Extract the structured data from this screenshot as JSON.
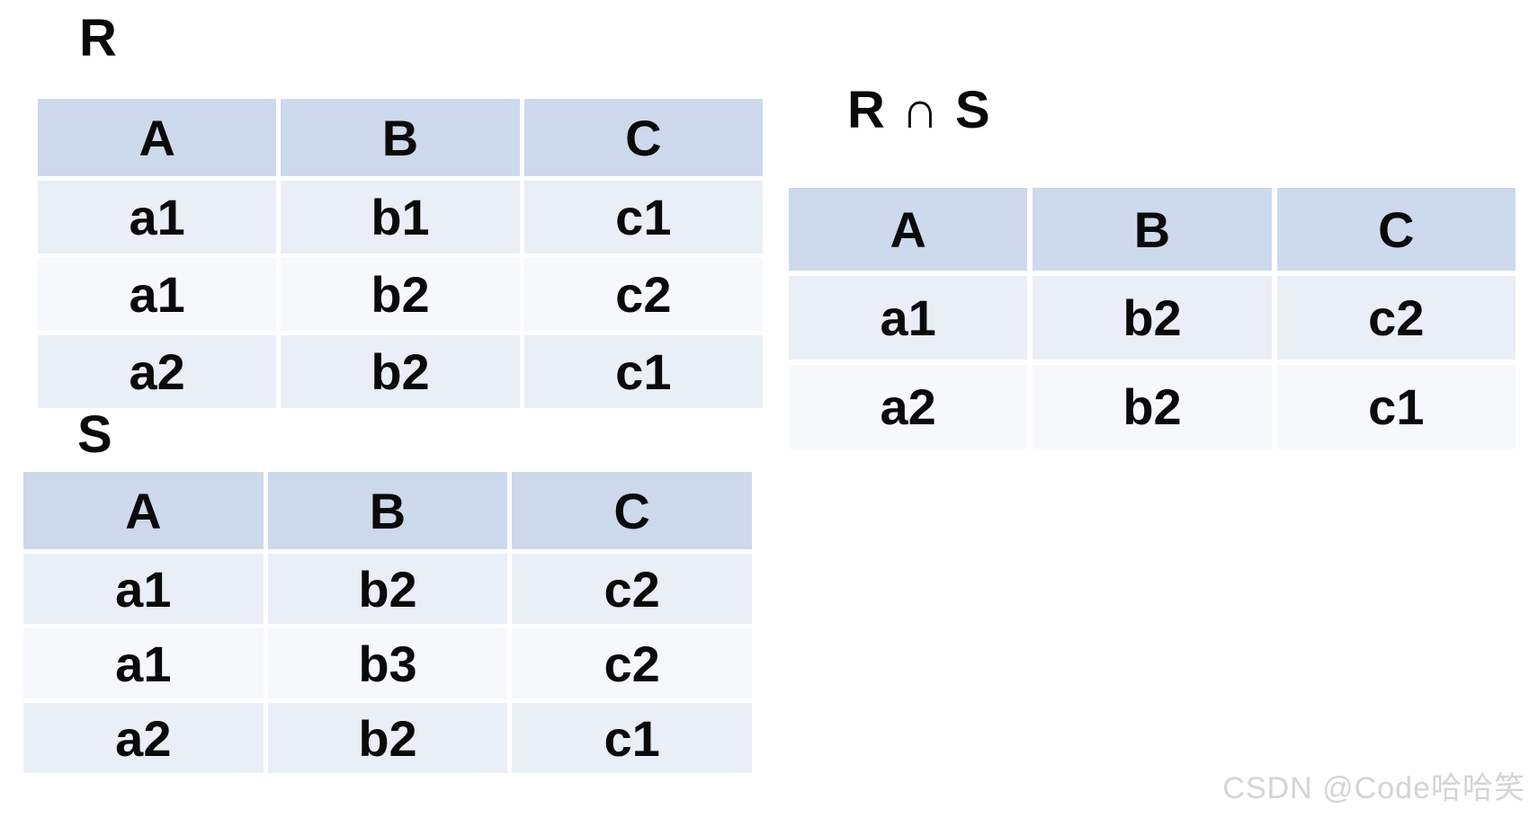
{
  "colors": {
    "header_bg": "#cdd9ec",
    "row_tint": "#e9eef7",
    "row_light": "#f6f8fc",
    "text": "#0a0a0a",
    "watermark": "#d4d4d4",
    "page_bg": "#ffffff"
  },
  "tables": [
    {
      "id": "r",
      "title": "R",
      "headers": [
        "A",
        "B",
        "C"
      ],
      "rows": [
        [
          "a1",
          "b1",
          "c1"
        ],
        [
          "a1",
          "b2",
          "c2"
        ],
        [
          "a2",
          "b2",
          "c1"
        ]
      ]
    },
    {
      "id": "s",
      "title": "S",
      "headers": [
        "A",
        "B",
        "C"
      ],
      "rows": [
        [
          "a1",
          "b2",
          "c2"
        ],
        [
          "a1",
          "b3",
          "c2"
        ],
        [
          "a2",
          "b2",
          "c1"
        ]
      ]
    },
    {
      "id": "r-intersect-s",
      "title": "R ∩ S",
      "headers": [
        "A",
        "B",
        "C"
      ],
      "rows": [
        [
          "a1",
          "b2",
          "c2"
        ],
        [
          "a2",
          "b2",
          "c1"
        ]
      ]
    }
  ],
  "watermark": {
    "text": "CSDN @Code哈哈笑"
  }
}
